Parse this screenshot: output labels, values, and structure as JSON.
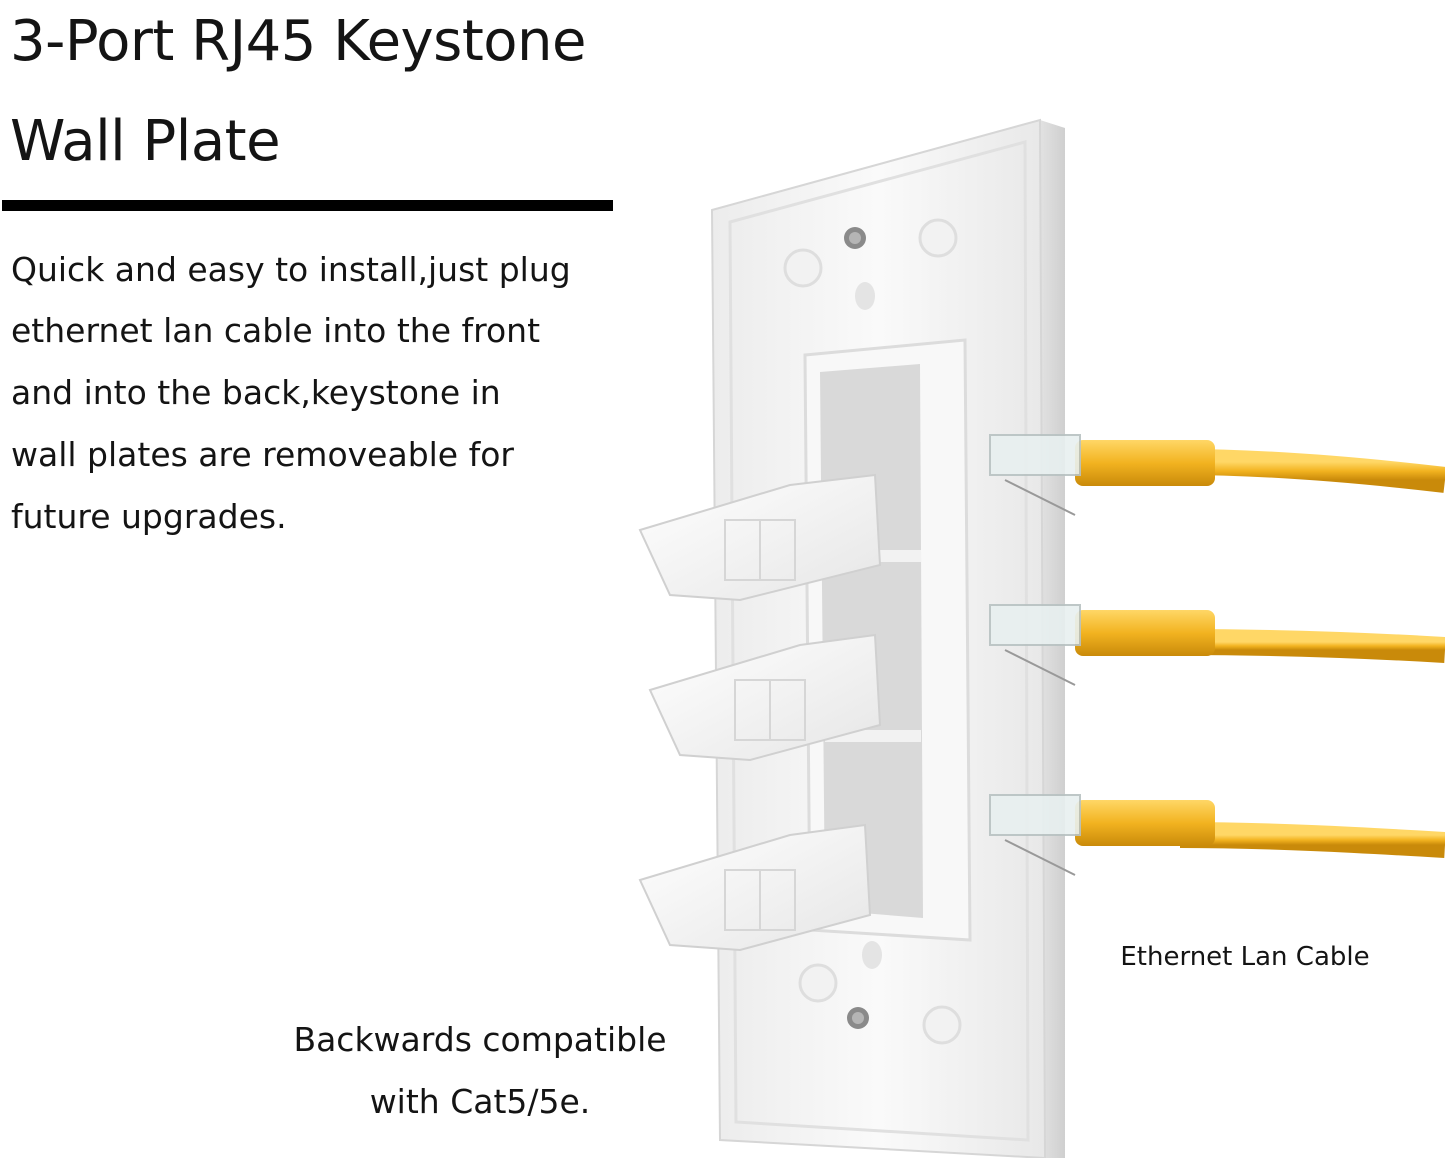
{
  "title": {
    "line1": "3-Port RJ45 Keystone",
    "line2": "Wall Plate"
  },
  "description": {
    "lines": [
      "Quick and easy to install,just plug",
      "ethernet lan cable into the front",
      "and into the back,keystone in",
      "wall plates are removeable for",
      "future upgrades."
    ]
  },
  "captions": {
    "compat_line1": "Backwards compatible",
    "compat_line2": "with Cat5/5e.",
    "cable": "Ethernet Lan Cable"
  },
  "colors": {
    "divider": "#000000",
    "plate": "#f4f4f4",
    "cable": "#f2b320"
  },
  "icons": [
    "wall-plate-icon",
    "keystone-jack-icon",
    "ethernet-cable-icon",
    "screw-icon"
  ]
}
